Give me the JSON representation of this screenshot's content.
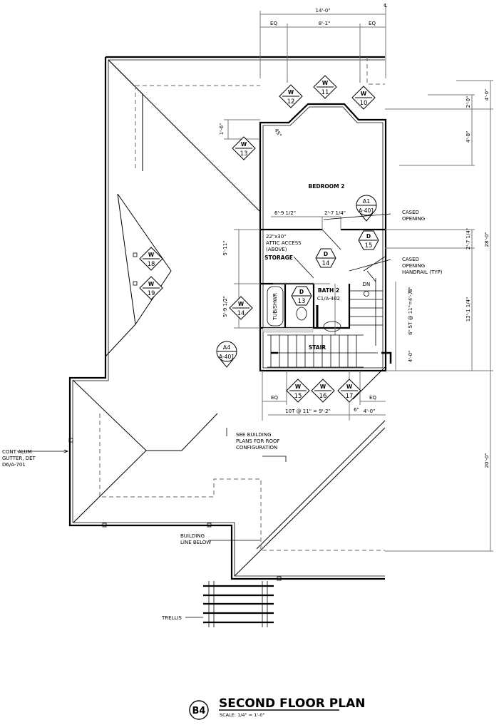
{
  "title": {
    "badge": "B4",
    "name": "SECOND FLOOR PLAN",
    "scale": "SCALE: 1/4\" = 1'-0\""
  },
  "centerline_mark": "℄",
  "dims_top": {
    "overall": "14'-0\"",
    "left": "EQ",
    "middle": "8'-1\"",
    "right": "EQ"
  },
  "dims_right": {
    "a": "2'-0\"",
    "b": "4'-8\"",
    "c": "2'-7 1/4\"",
    "d": "13'-1 1/4\"",
    "e": "4'-0\"",
    "f": "28'-0\"",
    "g": "20'-0\""
  },
  "dims_stair": {
    "top": "8\"",
    "risers": "5T @ 11\"=4'-7\"",
    "mid": "6\"",
    "landing": "4'-0\""
  },
  "dims_bottom": {
    "eq_left": "EQ",
    "eq_right": "EQ",
    "treads": "10T @ 11\" = 9'-2\"",
    "offset": "6\"",
    "landing": "4'-0\""
  },
  "dims_interior": {
    "storage_width": "6'-9 1/2\"",
    "opening": "2'-7 1/4\"",
    "upper_left": "5'-11\"",
    "lower_left": "5'-9 1/2\"",
    "bay": "1'-6\"",
    "angle": "45°"
  },
  "rooms": {
    "bedroom": "BEDROOM 2",
    "storage": "STORAGE",
    "bath": "BATH 2",
    "bath_ref": "C1/A-402",
    "tub": "TUB/SHWR",
    "stair": "STAIR",
    "dn": "DN"
  },
  "notes": {
    "attic": [
      "22\"x30\"",
      "ATTIC ACCESS",
      "(ABOVE)"
    ],
    "cased1": [
      "CASED",
      "OPENING"
    ],
    "cased2": [
      "CASED",
      "OPENING"
    ],
    "handrail": "HANDRAIL (TYP)",
    "roof": [
      "SEE BUILDING",
      "PLANS FOR ROOF",
      "CONFIGURATION"
    ],
    "gutter": [
      "CONT ALUM",
      "GUTTER, DET",
      "D6/A-701"
    ],
    "building_line": [
      "BUILDING",
      "LINE BELOW"
    ],
    "trellis": "TRELLIS"
  },
  "window_tags": [
    {
      "letter": "W",
      "number": "10"
    },
    {
      "letter": "W",
      "number": "11"
    },
    {
      "letter": "W",
      "number": "12"
    },
    {
      "letter": "W",
      "number": "13"
    },
    {
      "letter": "W",
      "number": "14"
    },
    {
      "letter": "W",
      "number": "15"
    },
    {
      "letter": "W",
      "number": "16"
    },
    {
      "letter": "W",
      "number": "17"
    },
    {
      "letter": "W",
      "number": "18"
    },
    {
      "letter": "W",
      "number": "19"
    }
  ],
  "door_tags": [
    {
      "letter": "D",
      "number": "13"
    },
    {
      "letter": "D",
      "number": "14"
    },
    {
      "letter": "D",
      "number": "15"
    }
  ],
  "section_tags": [
    {
      "top": "A1",
      "bottom": "A-401"
    },
    {
      "top": "A4",
      "bottom": "A-401"
    }
  ]
}
